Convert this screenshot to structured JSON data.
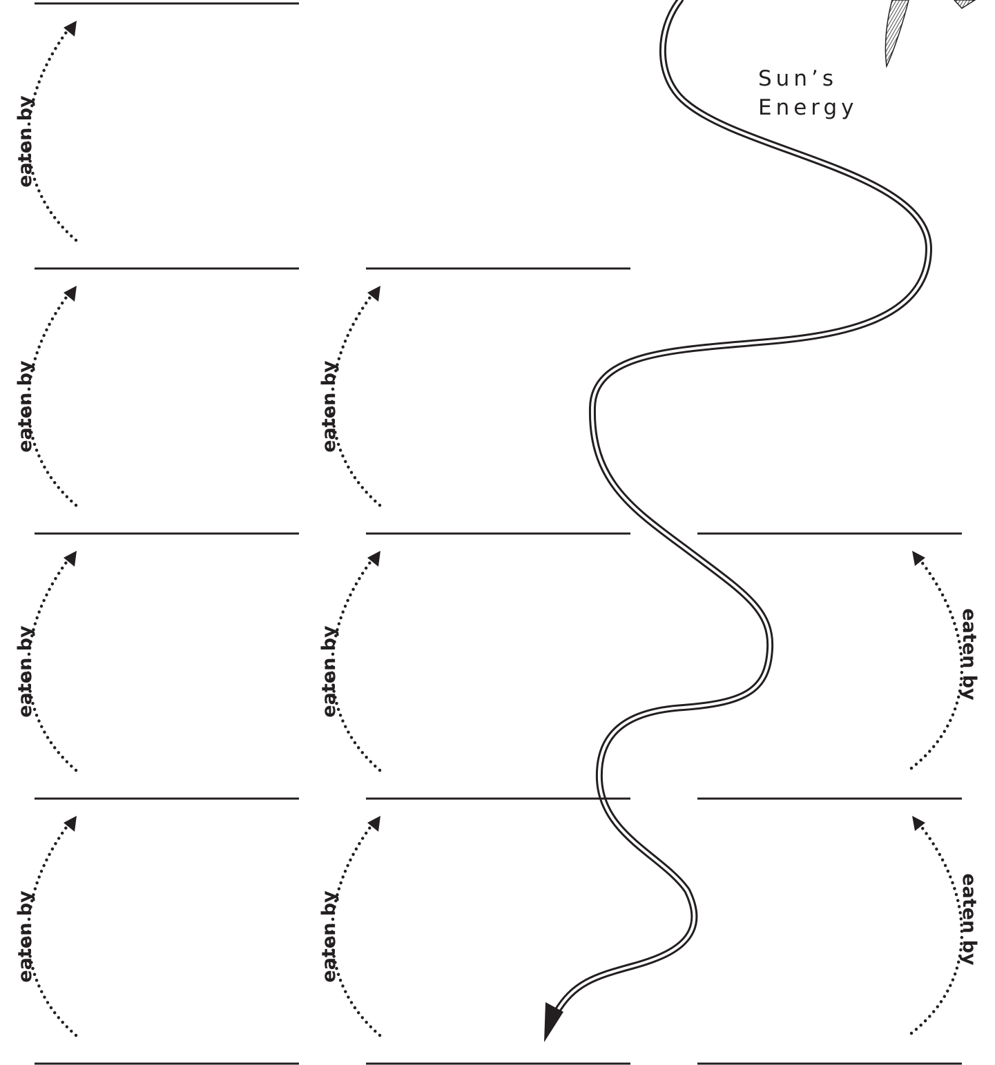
{
  "diagram": {
    "connector_label": "eaten by",
    "energy_label_line1": "Sun’s",
    "energy_label_line2": "Energy"
  },
  "colors": {
    "ink": "#231f20",
    "background": "#ffffff"
  }
}
